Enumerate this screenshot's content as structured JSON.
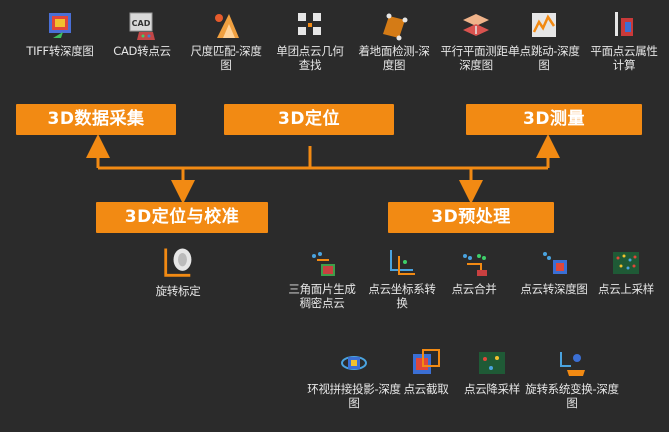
{
  "categories": {
    "acquisition": "3D数据采集",
    "positioning": "3D定位",
    "measurement": "3D测量",
    "calibration": "3D定位与校准",
    "preprocessing": "3D预处理"
  },
  "top_tools": [
    {
      "label": "TIFF转深度图",
      "icon": "tiff-depth-icon"
    },
    {
      "label": "CAD转点云",
      "icon": "cad-icon"
    },
    {
      "label": "尺度匹配-深度图",
      "icon": "scale-match-icon"
    },
    {
      "label": "单团点云几何查找",
      "icon": "geometry-find-icon"
    },
    {
      "label": "着地面检测-深度图",
      "icon": "ground-detect-icon"
    },
    {
      "label": "平行平面测距-深度图",
      "icon": "parallel-plane-icon"
    },
    {
      "label": "单点跳动-深度图",
      "icon": "point-jump-icon"
    },
    {
      "label": "平面点云属性计算",
      "icon": "plane-attr-icon"
    }
  ],
  "calibration_tools": [
    {
      "label": "旋转标定",
      "icon": "rotation-calibration-icon"
    }
  ],
  "preprocess_row1": [
    {
      "label": "三角面片生成稠密点云",
      "icon": "triangle-mesh-icon"
    },
    {
      "label": "点云坐标系转换",
      "icon": "coord-transform-icon"
    },
    {
      "label": "点云合并",
      "icon": "cloud-merge-icon"
    },
    {
      "label": "点云转深度图",
      "icon": "cloud-to-depth-icon"
    },
    {
      "label": "点云上采样",
      "icon": "upsample-icon"
    }
  ],
  "preprocess_row2": [
    {
      "label": "环视拼接投影-深度图",
      "icon": "surround-stitch-icon"
    },
    {
      "label": "点云截取",
      "icon": "cloud-crop-icon"
    },
    {
      "label": "点云降采样",
      "icon": "downsample-icon"
    },
    {
      "label": "旋转系统变换-深度图",
      "icon": "rotation-transform-icon"
    }
  ],
  "colors": {
    "accent": "#f28a13",
    "background": "#2b2b2b"
  }
}
